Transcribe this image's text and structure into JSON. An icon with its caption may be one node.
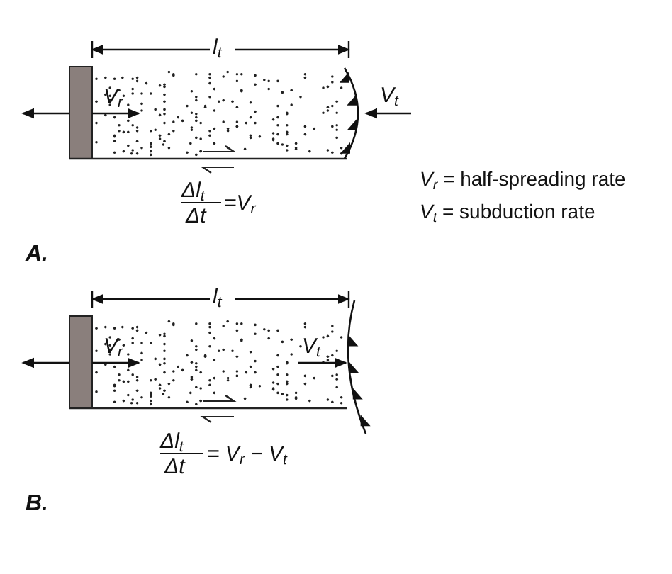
{
  "diagram": {
    "labels": [
      "l$_{t}$",
      "V$_{r}$",
      "V$_{t}$",
      "Δl$_{t}$",
      "Δt",
      "=V$_{r}$",
      "*V*$_{r}$ = half-spreading rate",
      "*V*$_{t}$ = subduction rate",
      "A.",
      "l$_{t}$",
      "V$_{r}$",
      "V$_{t}$",
      "Δl$_{t}$",
      "Δt",
      "= V$_{r}$ − V$_{t}$",
      "B."
    ]
  }
}
